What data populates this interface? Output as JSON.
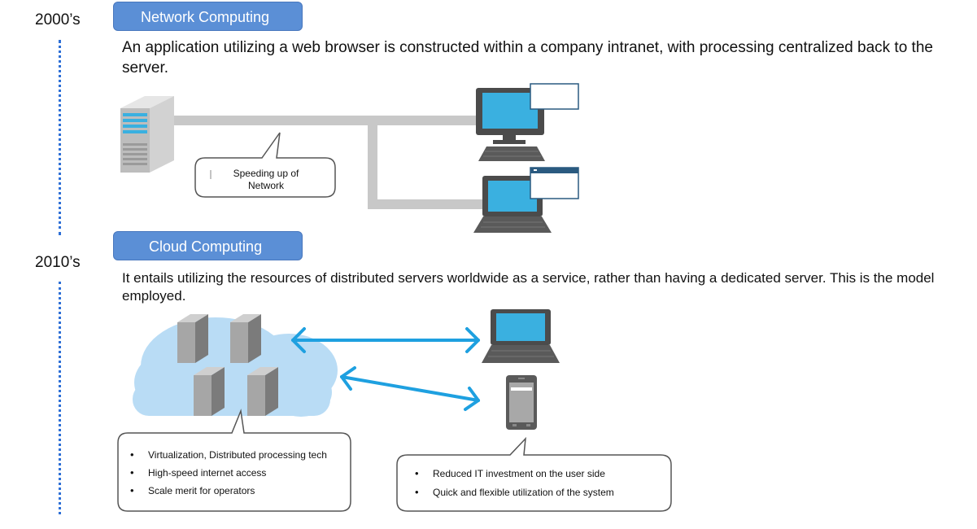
{
  "timeline": {
    "era1": "2000’s",
    "era2": "2010’s"
  },
  "network": {
    "title": "Network Computing",
    "description": "An application utilizing a web browser is constructed within a company intranet, with processing centralized back to the server.",
    "bubble_line1": "Speeding up of",
    "bubble_line2": "Network"
  },
  "cloud": {
    "title": "Cloud Computing",
    "description": "It entails utilizing the resources of distributed servers worldwide as a service, rather than having a dedicated server. This is the model employed.",
    "left_bullets": [
      "Virtualization, Distributed processing tech",
      "High-speed internet access",
      "Scale merit for operators"
    ],
    "right_bullets": [
      "Reduced IT investment on the user side",
      "Quick and flexible utilization of the system"
    ]
  },
  "colors": {
    "accent": "#5b8fd6",
    "arrow": "#1ea0e0",
    "cloud": "#b9dcf5",
    "connector": "#c8c8c8"
  }
}
